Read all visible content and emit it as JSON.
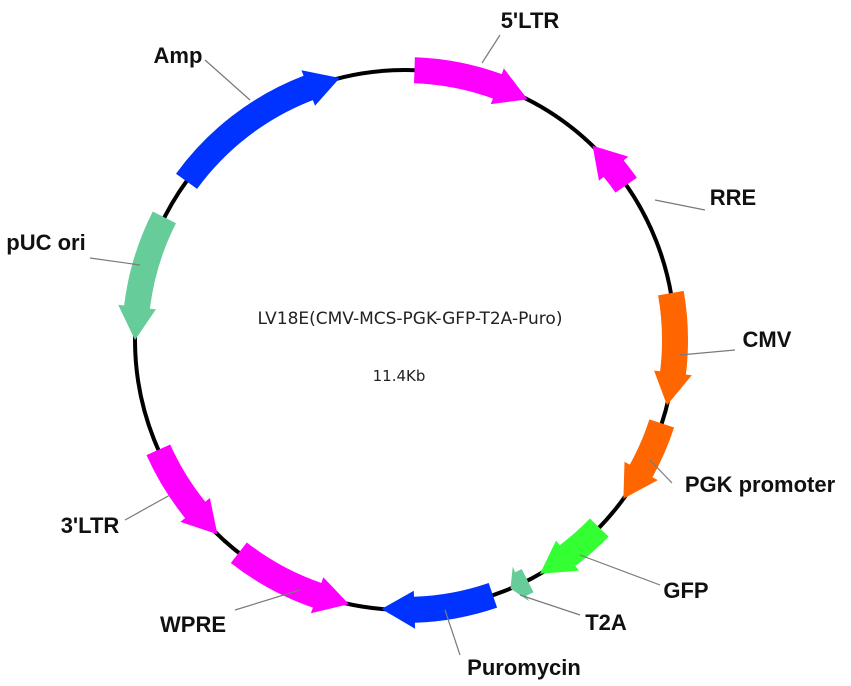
{
  "plasmid": {
    "name": "LV18E(CMV-MCS-PGK-GFP-T2A-Puro)",
    "size": "11.4Kb"
  },
  "features": [
    {
      "id": "ltr5",
      "label": "5'LTR",
      "color": "#ff00ff",
      "direction": "cw"
    },
    {
      "id": "rre",
      "label": "RRE",
      "color": "#ff00ff",
      "direction": "ccw"
    },
    {
      "id": "cmv",
      "label": "CMV",
      "color": "#ff6600",
      "direction": "cw"
    },
    {
      "id": "pgk",
      "label": "PGK promoter",
      "color": "#ff6600",
      "direction": "cw"
    },
    {
      "id": "gfp",
      "label": "GFP",
      "color": "#33ff33",
      "direction": "cw"
    },
    {
      "id": "t2a",
      "label": "T2A",
      "color": "#66cc99",
      "direction": "cw"
    },
    {
      "id": "puro",
      "label": "Puromycin",
      "color": "#0033ff",
      "direction": "cw"
    },
    {
      "id": "wpre",
      "label": "WPRE",
      "color": "#ff00ff",
      "direction": "ccw"
    },
    {
      "id": "ltr3",
      "label": "3'LTR",
      "color": "#ff00ff",
      "direction": "ccw"
    },
    {
      "id": "puc",
      "label": "pUC ori",
      "color": "#66cc99",
      "direction": "ccw"
    },
    {
      "id": "amp",
      "label": "Amp",
      "color": "#0033ff",
      "direction": "cw"
    }
  ]
}
